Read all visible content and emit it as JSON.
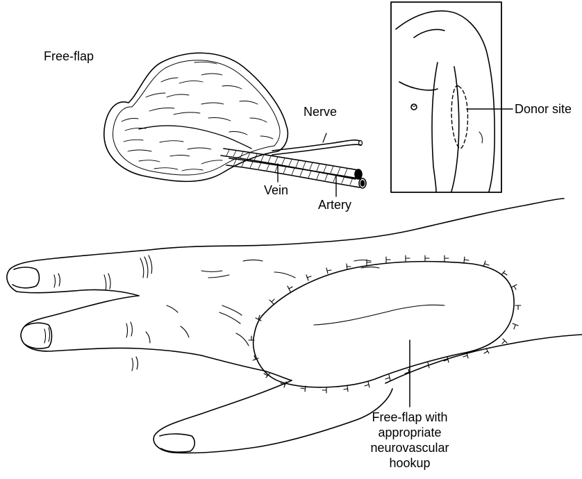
{
  "labels": {
    "free_flap": "Free-flap",
    "nerve": "Nerve",
    "vein": "Vein",
    "artery": "Artery",
    "donor_site": "Donor site",
    "hookup_line1": "Free-flap with",
    "hookup_line2": "appropriate",
    "hookup_line3": "neurovascular",
    "hookup_line4": "hookup"
  },
  "colors": {
    "ink": "#000000",
    "paper": "#ffffff"
  }
}
